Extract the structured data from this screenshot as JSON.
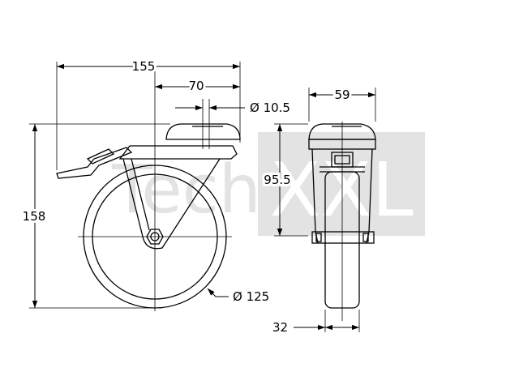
{
  "watermark": {
    "word": "Tech",
    "block": "XXL",
    "color": "#e3e3e3"
  },
  "dimensions": {
    "overall_width": "155",
    "mount_offset": "70",
    "bolt_hole": "Ø 10.5",
    "top_width": "59",
    "mount_height": "95.5",
    "overall_height": "158",
    "wheel_diameter": "Ø 125",
    "wheel_width": "32"
  }
}
